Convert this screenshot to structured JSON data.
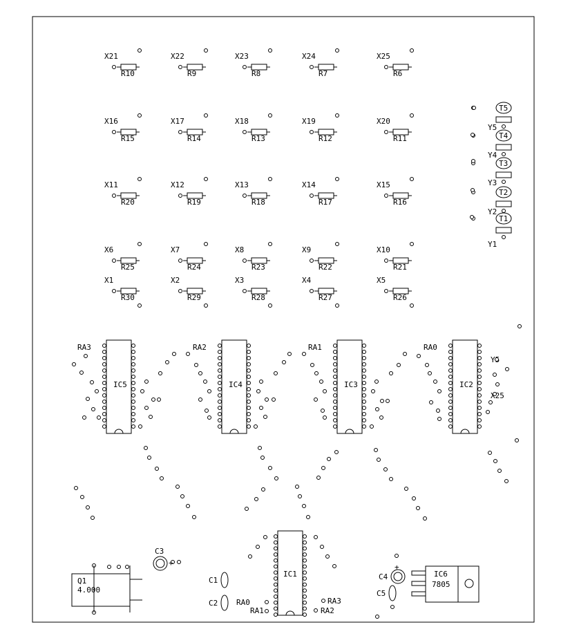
{
  "resistor_rows": [
    [
      {
        "net": "X21",
        "ref": "R10"
      },
      {
        "net": "X22",
        "ref": "R9"
      },
      {
        "net": "X23",
        "ref": "R8"
      },
      {
        "net": "X24",
        "ref": "R7"
      },
      {
        "net": "X25",
        "ref": "R6"
      }
    ],
    [
      {
        "net": "X16",
        "ref": "R15"
      },
      {
        "net": "X17",
        "ref": "R14"
      },
      {
        "net": "X18",
        "ref": "R13"
      },
      {
        "net": "X19",
        "ref": "R12"
      },
      {
        "net": "X20",
        "ref": "R11"
      }
    ],
    [
      {
        "net": "X11",
        "ref": "R20"
      },
      {
        "net": "X12",
        "ref": "R19"
      },
      {
        "net": "X13",
        "ref": "R18"
      },
      {
        "net": "X14",
        "ref": "R17"
      },
      {
        "net": "X15",
        "ref": "R16"
      }
    ],
    [
      {
        "net": "X6",
        "ref": "R25"
      },
      {
        "net": "X7",
        "ref": "R24"
      },
      {
        "net": "X8",
        "ref": "R23"
      },
      {
        "net": "X9",
        "ref": "R22"
      },
      {
        "net": "X10",
        "ref": "R21"
      }
    ],
    [
      {
        "net": "X1",
        "ref": "R30"
      },
      {
        "net": "X2",
        "ref": "R29"
      },
      {
        "net": "X3",
        "ref": "R28"
      },
      {
        "net": "X4",
        "ref": "R27"
      },
      {
        "net": "X5",
        "ref": "R26"
      }
    ]
  ],
  "transistors": [
    {
      "ref": "T5",
      "net": "Y5"
    },
    {
      "ref": "T4",
      "net": "Y4"
    },
    {
      "ref": "T3",
      "net": "Y3"
    },
    {
      "ref": "T2",
      "net": "Y2"
    },
    {
      "ref": "T1",
      "net": "Y1"
    }
  ],
  "ics": [
    {
      "ref": "IC5",
      "ra": "RA3"
    },
    {
      "ref": "IC4",
      "ra": "RA2"
    },
    {
      "ref": "IC3",
      "ra": "RA1"
    },
    {
      "ref": "IC2",
      "ra": "RA0"
    }
  ],
  "ic2_pin_labels": [
    "Y5",
    "X25"
  ],
  "ic1": {
    "ref": "IC1",
    "left_labels": [
      "RA0",
      "RA1"
    ],
    "right_labels": [
      "RA3",
      "RA2"
    ]
  },
  "capacitors": {
    "c1": "C1",
    "c2": "C2",
    "c3": "C3",
    "c4": "C4",
    "c5": "C5",
    "plus": "+"
  },
  "crystal": {
    "ref": "Q1",
    "value": "4.000"
  },
  "regulator": {
    "ref": "IC6",
    "value": "7805"
  }
}
